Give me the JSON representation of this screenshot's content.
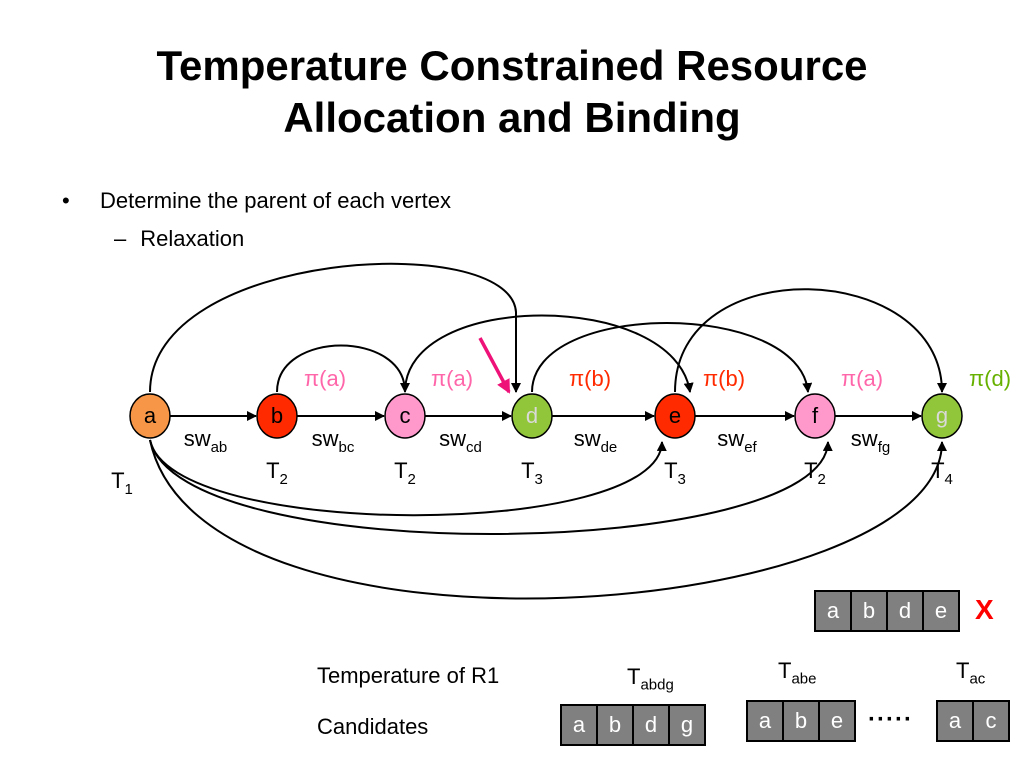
{
  "slide": {
    "title_line1": "Temperature Constrained Resource",
    "title_line2": "Allocation and Binding",
    "bullets": [
      {
        "marker": "•",
        "text": "Determine the parent of each vertex"
      },
      {
        "marker": "–",
        "text": "Relaxation"
      }
    ]
  },
  "graph": {
    "nodes": [
      {
        "id": "a",
        "label": "a",
        "color": "#f79646",
        "label_color": "#000000",
        "temp_base": "T",
        "temp_sub": "1"
      },
      {
        "id": "b",
        "label": "b",
        "color": "#ff2a00",
        "label_color": "#000000",
        "temp_base": "T",
        "temp_sub": "2"
      },
      {
        "id": "c",
        "label": "c",
        "color": "#ff99cc",
        "label_color": "#000000",
        "temp_base": "T",
        "temp_sub": "2"
      },
      {
        "id": "d",
        "label": "d",
        "color": "#92c63a",
        "label_color": "#d9d9d9",
        "temp_base": "T",
        "temp_sub": "3"
      },
      {
        "id": "e",
        "label": "e",
        "color": "#ff2a00",
        "label_color": "#000000",
        "temp_base": "T",
        "temp_sub": "3"
      },
      {
        "id": "f",
        "label": "f",
        "color": "#ff99cc",
        "label_color": "#000000",
        "temp_base": "T",
        "temp_sub": "2"
      },
      {
        "id": "g",
        "label": "g",
        "color": "#92c63a",
        "label_color": "#d9d9d9",
        "temp_base": "T",
        "temp_sub": "4"
      }
    ],
    "edges": [
      {
        "from": "a",
        "to": "b",
        "base": "sw",
        "sub": "ab"
      },
      {
        "from": "b",
        "to": "c",
        "base": "sw",
        "sub": "bc"
      },
      {
        "from": "c",
        "to": "d",
        "base": "sw",
        "sub": "cd"
      },
      {
        "from": "d",
        "to": "e",
        "base": "sw",
        "sub": "de"
      },
      {
        "from": "e",
        "to": "f",
        "base": "sw",
        "sub": "ef"
      },
      {
        "from": "f",
        "to": "g",
        "base": "sw",
        "sub": "fg"
      }
    ],
    "parents": [
      {
        "node": "c",
        "text": "π(a)",
        "color": "#ff66aa"
      },
      {
        "node": "d",
        "text": "π(a)",
        "color": "#ff66aa"
      },
      {
        "node": "e",
        "text": "π(b)",
        "color": "#ff2a00"
      },
      {
        "node": "f",
        "text": "π(b)",
        "color": "#ff2a00"
      },
      {
        "node": "g",
        "text": "π(a)",
        "color": "#ff66aa"
      },
      {
        "node": "g2",
        "text": "π(d)",
        "color": "#66b000"
      }
    ],
    "arc_color": "#000000",
    "pointer_color": "#ee1177"
  },
  "rejected": {
    "cells": [
      "a",
      "b",
      "d",
      "e"
    ],
    "mark": "X",
    "mark_color": "#ff0000"
  },
  "temperature": {
    "row_label": "Temperature of R1",
    "candidates_label": "Candidates",
    "groups": [
      {
        "t_base": "T",
        "t_sub": "abdg",
        "cells": [
          "a",
          "b",
          "d",
          "g"
        ]
      },
      {
        "t_base": "T",
        "t_sub": "abe",
        "cells": [
          "a",
          "b",
          "e"
        ]
      },
      {
        "t_base": "T",
        "t_sub": "ac",
        "cells": [
          "a",
          "c"
        ]
      }
    ],
    "ellipsis": "·····"
  }
}
